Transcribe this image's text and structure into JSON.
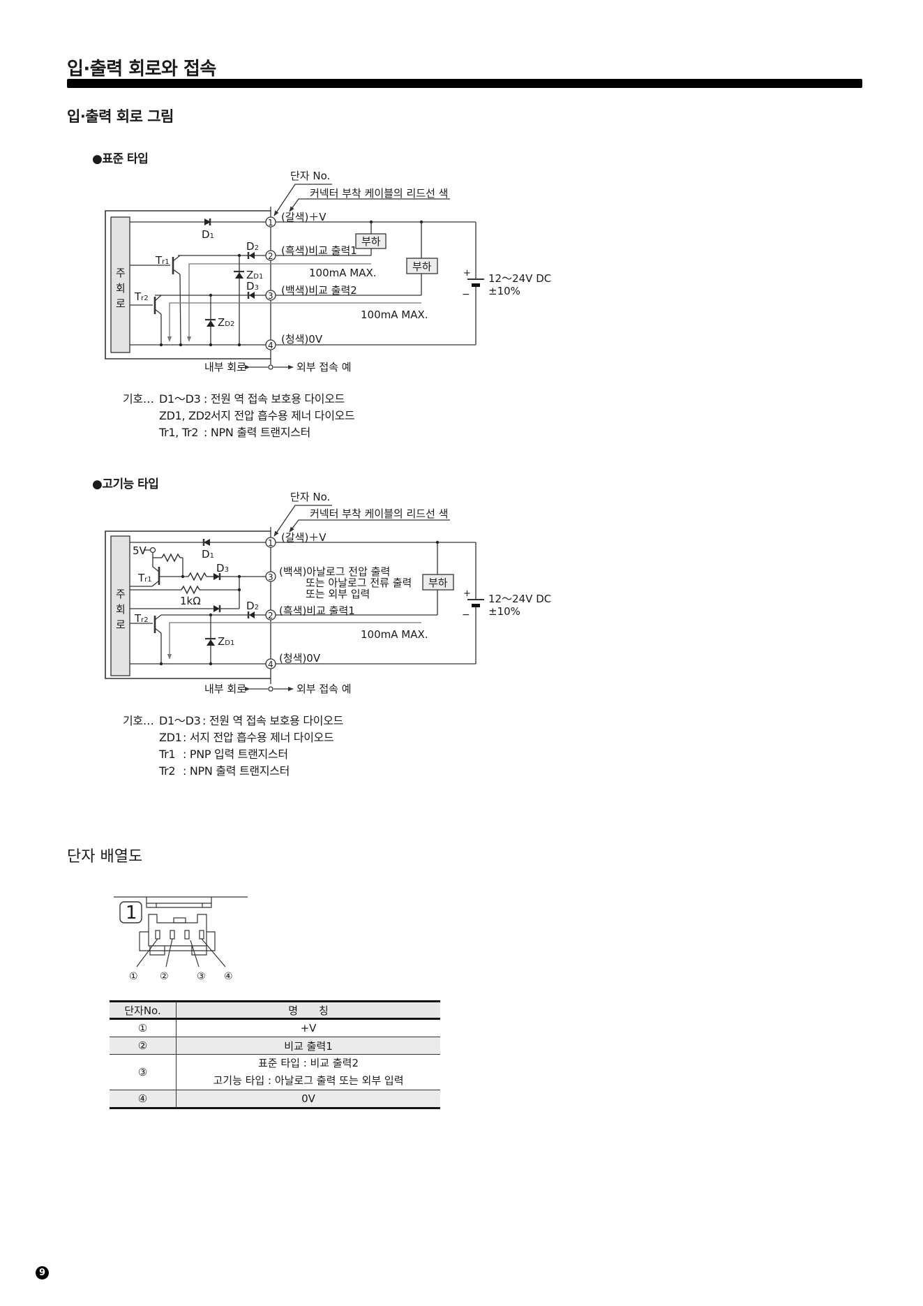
{
  "page": {
    "title": "입·출력 회로와 접속",
    "subtitle": "입·출력 회로 그림",
    "page_number": "9"
  },
  "standard": {
    "heading": "●표준 타입",
    "terminal_no": "단자 No.",
    "lead_color": "커넥터 부착 케이블의 리드선 색",
    "main_circuit": [
      "주",
      "회",
      "로"
    ],
    "t1_label": "(갈색)＋V",
    "t2_label": "(흑색)비교 출력1",
    "t3_label": "(백색)비교 출력2",
    "t4_label": "(청색)0V",
    "t1": "1",
    "t2": "2",
    "t3": "3",
    "t4": "4",
    "d1": "D",
    "d2": "D",
    "d3": "D",
    "d1_sub": "1",
    "d2_sub": "2",
    "d3_sub": "3",
    "zd1": "Z",
    "zd1_sub": "D1",
    "zd2": "Z",
    "zd2_sub": "D2",
    "tr1": "T",
    "tr1_sub": "r1",
    "tr2": "T",
    "tr2_sub": "r2",
    "load1": "부하",
    "load2": "부하",
    "max1": "100mA MAX.",
    "max2": "100mA MAX.",
    "plus": "+",
    "minus": "−",
    "supply": "12～24V DC",
    "tolerance": "±10%",
    "internal": "내부 회로",
    "external": "외부 접속 예",
    "legend": {
      "prefix": "기호…",
      "rows": [
        {
          "sym": "D1～D3",
          "desc": ": 전원 역 접속 보호용 다이오드"
        },
        {
          "sym": "ZD1, ZD2",
          "desc": ": 서지 전압 흡수용 제너 다이오드"
        },
        {
          "sym": "Tr1, Tr2",
          "desc": ": NPN 출력 트랜지스터"
        }
      ]
    }
  },
  "advanced": {
    "heading": "●고기능 타입",
    "terminal_no": "단자 No.",
    "lead_color": "커넥터 부착 케이블의 리드선 색",
    "main_circuit": [
      "주",
      "회",
      "로"
    ],
    "five_v": "5V",
    "t1_label": "(갈색)＋V",
    "t3_label_lines": [
      "(백색)아날로그 전압 출력",
      "또는 아날로그 전류 출력",
      "또는 외부 입력"
    ],
    "t2_label": "(흑색)비교 출력1",
    "t4_label": "(청색)0V",
    "t1": "1",
    "t2": "2",
    "t3": "3",
    "t4": "4",
    "d1": "D",
    "d1_sub": "1",
    "d2": "D",
    "d2_sub": "2",
    "d3": "D",
    "d3_sub": "3",
    "zd1": "Z",
    "zd1_sub": "D1",
    "tr1": "T",
    "tr1_sub": "r1",
    "tr2": "T",
    "tr2_sub": "r2",
    "resistor": "1kΩ",
    "load": "부하",
    "max": "100mA MAX.",
    "plus": "+",
    "minus": "−",
    "supply": "12～24V DC",
    "tolerance": "±10%",
    "internal": "내부 회로",
    "external": "외부 접속 예",
    "legend": {
      "prefix": "기호…",
      "rows": [
        {
          "sym": "D1～D3",
          "desc": ": 전원 역 접속 보호용 다이오드"
        },
        {
          "sym": "ZD1",
          "desc": ": 서지 전압 흡수용 제너 다이오드"
        },
        {
          "sym": "Tr1",
          "desc": ": PNP 입력 트랜지스터"
        },
        {
          "sym": "Tr2",
          "desc": ": NPN 출력 트랜지스터"
        }
      ]
    }
  },
  "pinout": {
    "heading": "단자 배열도",
    "badge": "1",
    "pin_labels": [
      "①",
      "②",
      "③",
      "④"
    ],
    "table": {
      "headers": [
        "단자No.",
        "명　　칭"
      ],
      "rows": [
        {
          "no": "①",
          "name": "+V"
        },
        {
          "no": "②",
          "name": "비교 출력1"
        },
        {
          "no": "③",
          "name_lines": [
            "표준 타입 : 비교 출력2",
            "고기능 타입 : 아날로그 출력 또는 외부 입력"
          ]
        },
        {
          "no": "④",
          "name": "0V"
        }
      ]
    }
  }
}
